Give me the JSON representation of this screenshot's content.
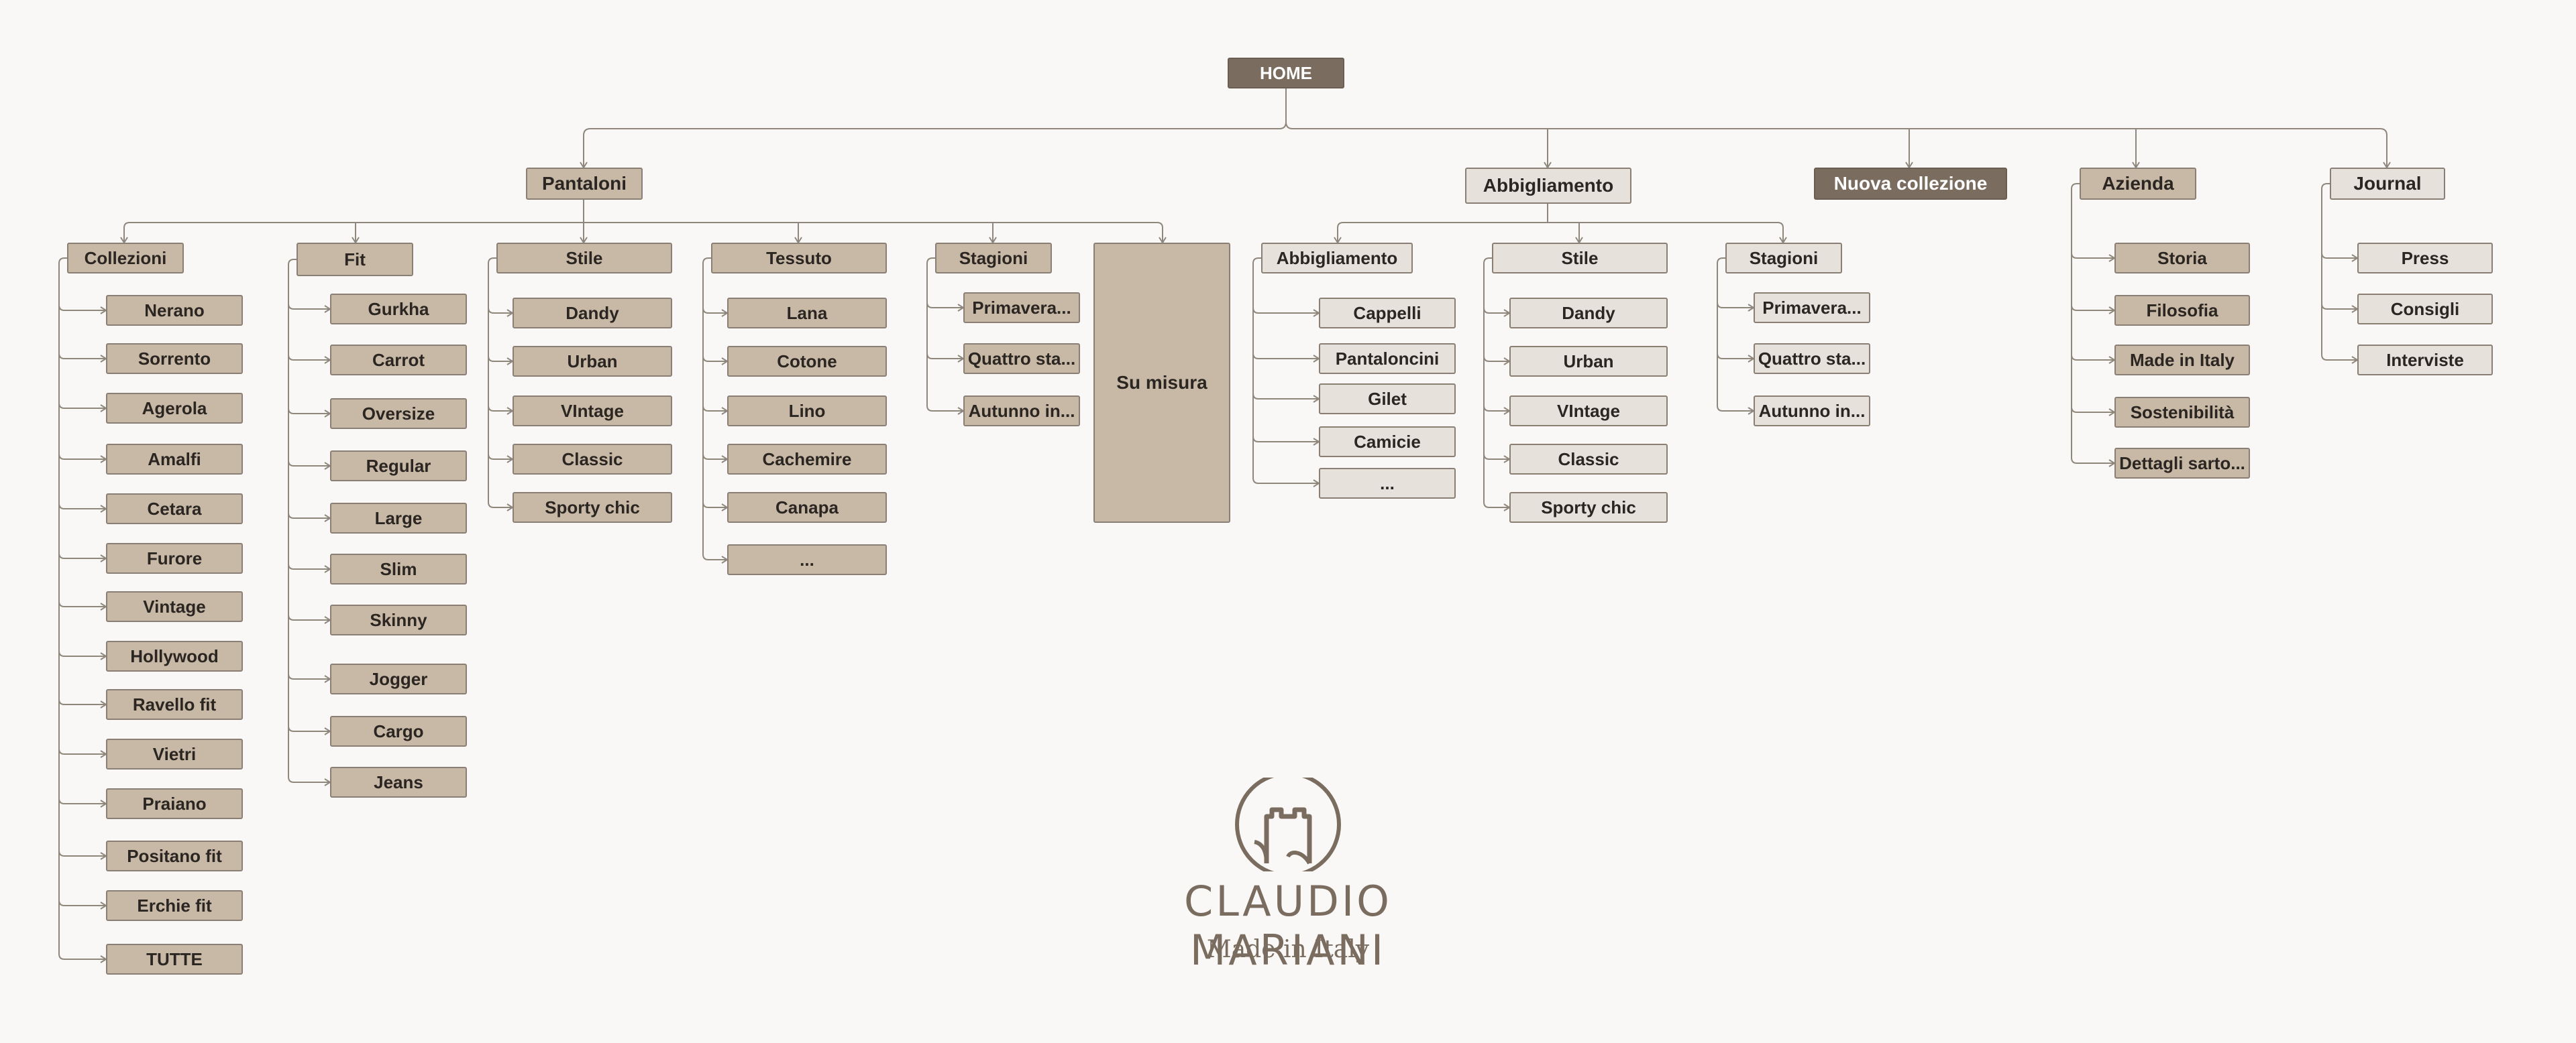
{
  "diagram": {
    "home": "HOME",
    "sections": {
      "pantaloni": {
        "label": "Pantaloni",
        "collezioni": {
          "label": "Collezioni",
          "items": [
            "Nerano",
            "Sorrento",
            "Agerola",
            "Amalfi",
            "Cetara",
            "Furore",
            "Vintage",
            "Hollywood",
            "Ravello fit",
            "Vietri",
            "Praiano",
            "Positano fit",
            "Erchie fit",
            "TUTTE"
          ]
        },
        "fit": {
          "label": "Fit",
          "items": [
            "Gurkha",
            "Carrot",
            "Oversize",
            "Regular",
            "Large",
            "Slim",
            "Skinny",
            "Jogger",
            "Cargo",
            "Jeans"
          ]
        },
        "stile": {
          "label": "Stile",
          "items": [
            "Dandy",
            "Urban",
            "VIntage",
            "Classic",
            "Sporty chic"
          ]
        },
        "tessuto": {
          "label": "Tessuto",
          "items": [
            "Lana",
            "Cotone",
            "Lino",
            "Cachemire",
            "Canapa",
            "..."
          ]
        },
        "stagioni": {
          "label": "Stagioni",
          "items": [
            "Primavera...",
            "Quattro sta...",
            "Autunno in..."
          ]
        },
        "su_misura": "Su misura"
      },
      "abbigliamento": {
        "label": "Abbigliamento",
        "abbigliamento": {
          "label": "Abbigliamento",
          "items": [
            "Cappelli",
            "Pantaloncini",
            "Gilet",
            "Camicie",
            "..."
          ]
        },
        "stile": {
          "label": "Stile",
          "items": [
            "Dandy",
            "Urban",
            "VIntage",
            "Classic",
            "Sporty chic"
          ]
        },
        "stagioni": {
          "label": "Stagioni",
          "items": [
            "Primavera...",
            "Quattro sta...",
            "Autunno in..."
          ]
        }
      },
      "nuova_collezione": {
        "label": "Nuova collezione"
      },
      "azienda": {
        "label": "Azienda",
        "items": [
          "Storia",
          "Filosofia",
          "Made in Italy",
          "Sostenibilità",
          "Dettagli sarto..."
        ]
      },
      "journal": {
        "label": "Journal",
        "items": [
          "Press",
          "Consigli",
          "Interviste"
        ]
      }
    }
  },
  "brand": {
    "name": "CLAUDIO MARIANI",
    "tagline": "Made in Italy",
    "logo": "tower-logo"
  },
  "colors": {
    "dark": "#7a6d60",
    "tan": "#c8b8a6",
    "light": "#e6e1db",
    "line": "#8f867c",
    "background": "#f9f8f6"
  }
}
